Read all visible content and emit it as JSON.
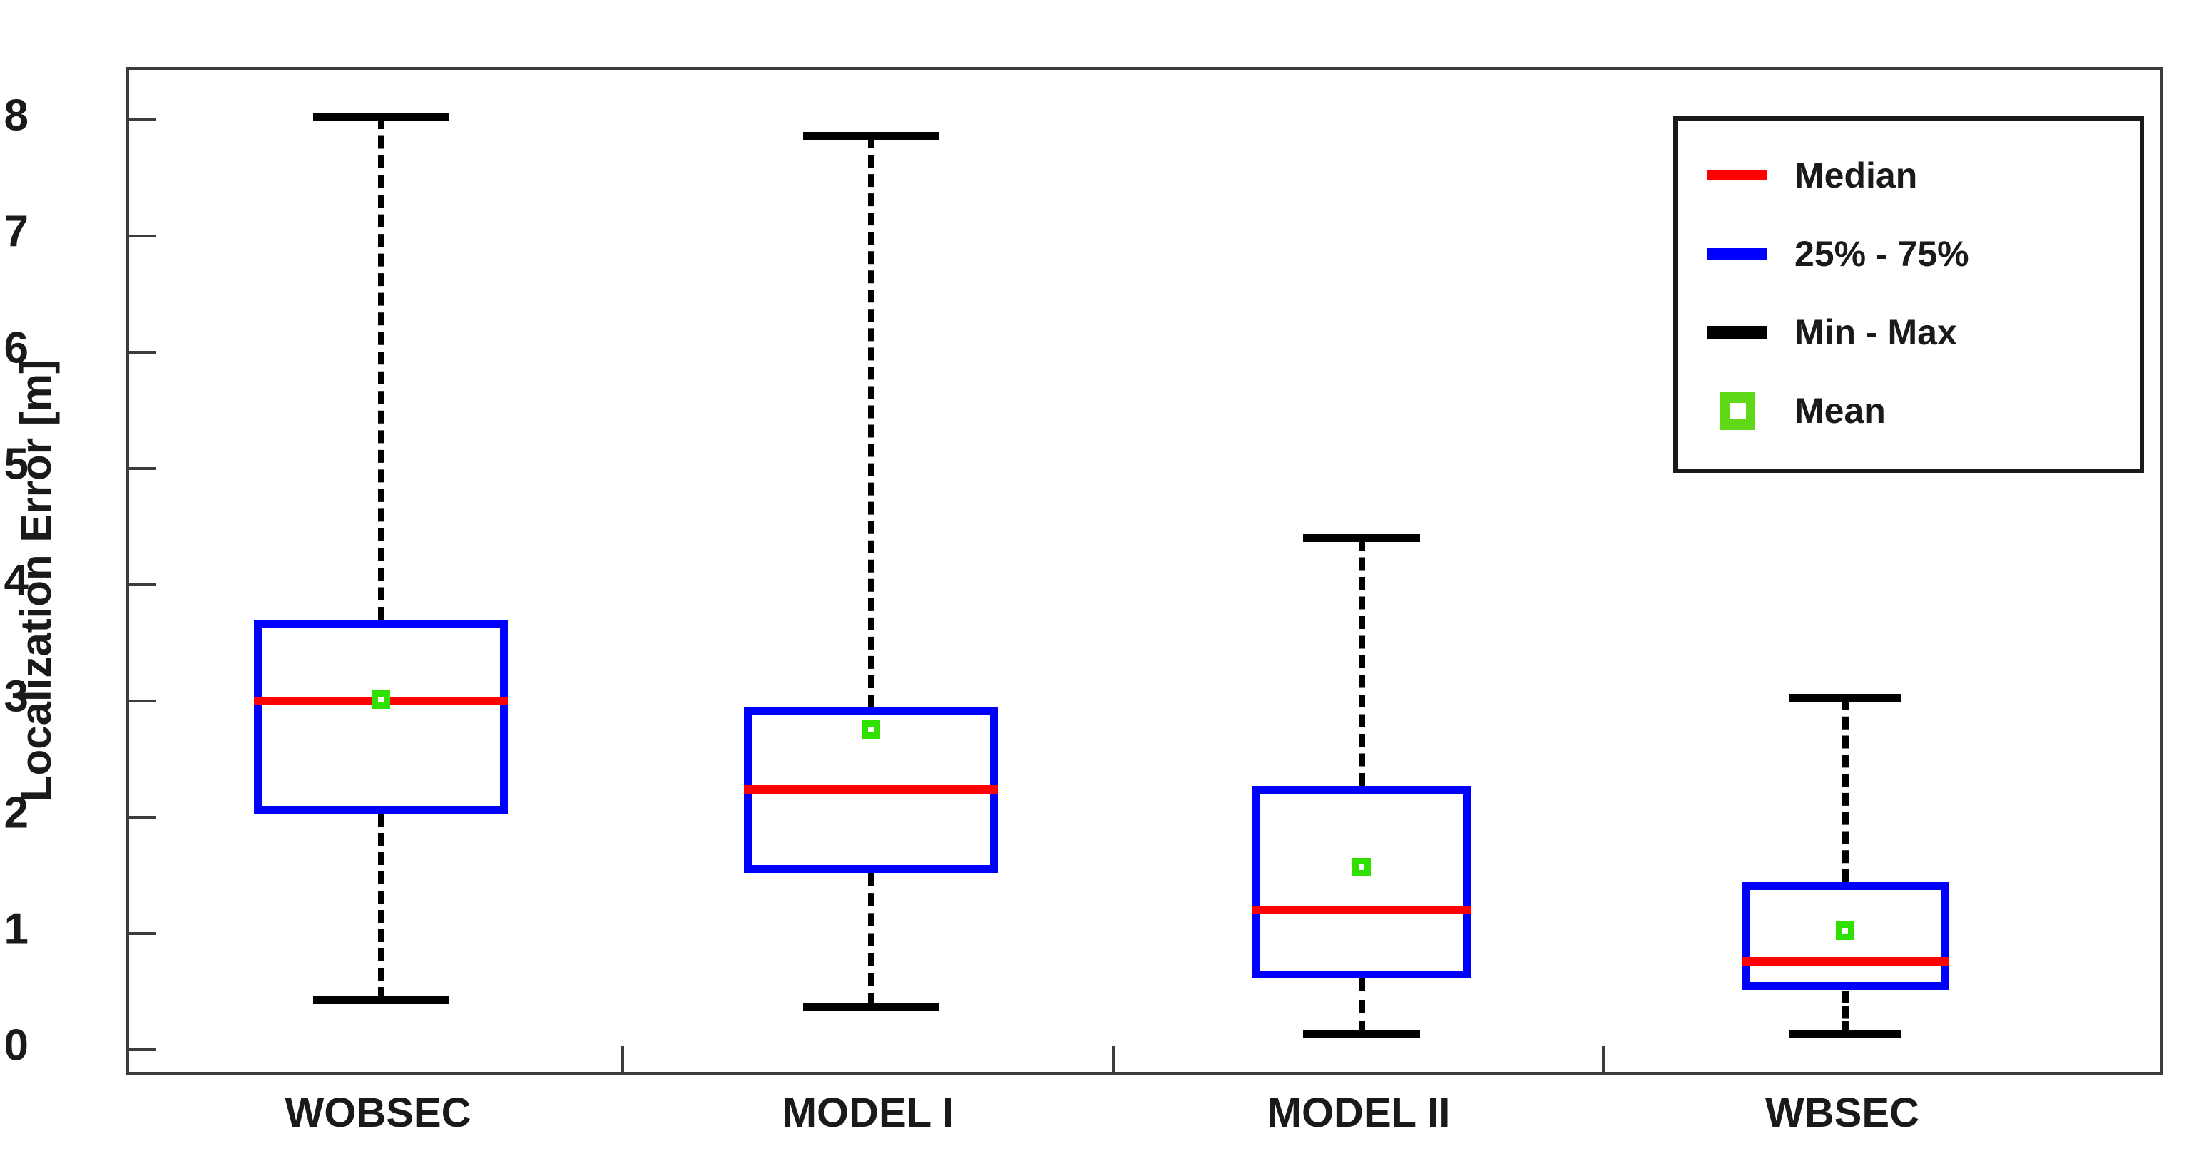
{
  "chart_data": {
    "type": "box",
    "title": "",
    "xlabel": "",
    "ylabel": "Localization Error [m]",
    "ylim": [
      -0.27,
      8.12
    ],
    "yticks": [
      "0",
      "1",
      "2",
      "3",
      "4",
      "5",
      "6",
      "7",
      "8"
    ],
    "ytick_values": [
      0,
      1,
      2,
      3,
      4,
      5,
      6,
      7,
      8
    ],
    "grid": false,
    "legend_position": "top-right",
    "categories": [
      "WOBSEC",
      "MODEL I",
      "MODEL II",
      "WBSEC"
    ],
    "boxes": [
      {
        "category": "WOBSEC",
        "min": 0.42,
        "q1": 2.02,
        "median": 2.99,
        "q3": 3.69,
        "max": 8.02,
        "mean": 3.0
      },
      {
        "category": "MODEL I",
        "min": 0.36,
        "q1": 1.51,
        "median": 2.23,
        "q3": 2.93,
        "max": 7.85,
        "mean": 2.74
      },
      {
        "category": "MODEL II",
        "min": 0.12,
        "q1": 0.6,
        "median": 1.19,
        "q3": 2.26,
        "max": 4.39,
        "mean": 1.56
      },
      {
        "category": "WBSEC",
        "min": 0.12,
        "q1": 0.5,
        "median": 0.75,
        "q3": 1.43,
        "max": 3.02,
        "mean": 1.01
      }
    ],
    "legend": [
      {
        "label": "Median",
        "type": "line",
        "color": "#ff0000"
      },
      {
        "label": "25% - 75%",
        "type": "line",
        "color": "#0000ff"
      },
      {
        "label": "Min - Max",
        "type": "line",
        "color": "#000000"
      },
      {
        "label": "Mean",
        "type": "marker",
        "color": "#5ed817"
      }
    ],
    "colors": {
      "median": "#ff0000",
      "iqr_box": "#0000ff",
      "whisker": "#000000",
      "mean_marker": "#2fe000",
      "axis": "#3c3c3c",
      "background": "#ffffff"
    }
  }
}
